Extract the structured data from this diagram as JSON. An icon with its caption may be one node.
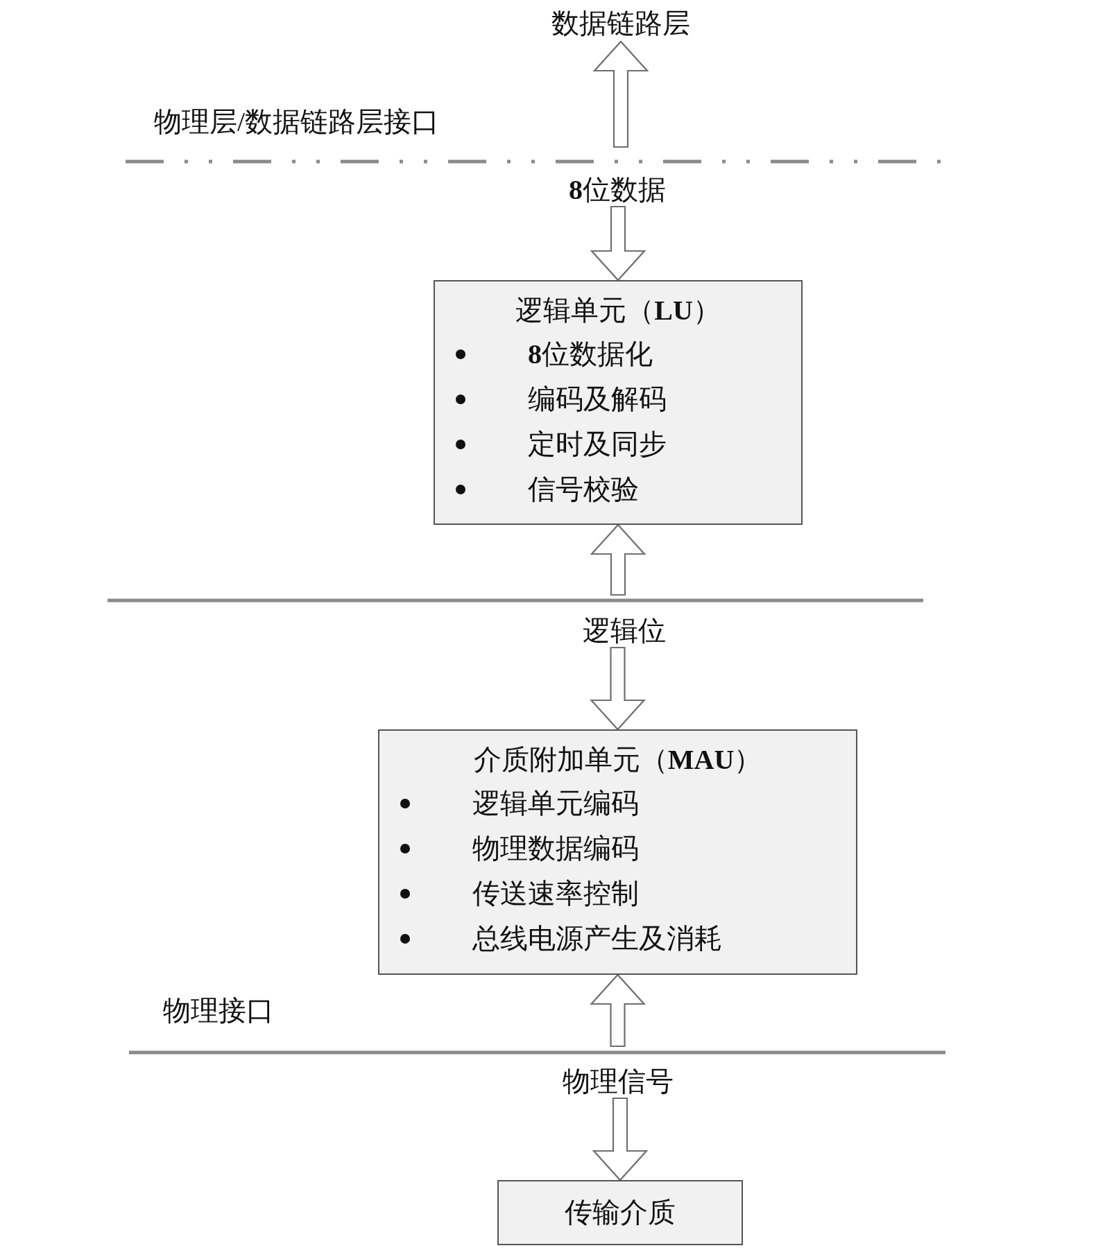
{
  "diagram": {
    "nodes": [
      {
        "text": [
          "数据链路层"
        ]
      },
      {
        "text": [
          "**8**位数据"
        ]
      },
      {
        "text": [
          "逻辑单元（**LU**）",
          "**8**位数据化",
          "编码及解码",
          "定时及同步",
          "信号校验"
        ]
      },
      {
        "text": [
          "逻辑位"
        ]
      },
      {
        "text": [
          "介质附加单元（**MAU**）",
          "逻辑单元编码",
          "物理数据编码",
          "传送速率控制",
          "总线电源产生及消耗"
        ]
      },
      {
        "text": [
          "物理信号"
        ]
      },
      {
        "text": [
          "传输介质"
        ]
      }
    ],
    "edges": [
      {
        "from": null,
        "to": 0,
        "arrow": "to"
      },
      {
        "from": 1,
        "to": 2,
        "arrow": "to"
      },
      {
        "from": null,
        "to": 2,
        "arrow": "to"
      },
      {
        "from": 3,
        "to": 4,
        "arrow": "to"
      },
      {
        "from": null,
        "to": 4,
        "arrow": "to"
      },
      {
        "from": 5,
        "to": 6,
        "arrow": "to"
      }
    ],
    "labels": [
      "物理层/数据链路层接口",
      "物理接口"
    ]
  }
}
